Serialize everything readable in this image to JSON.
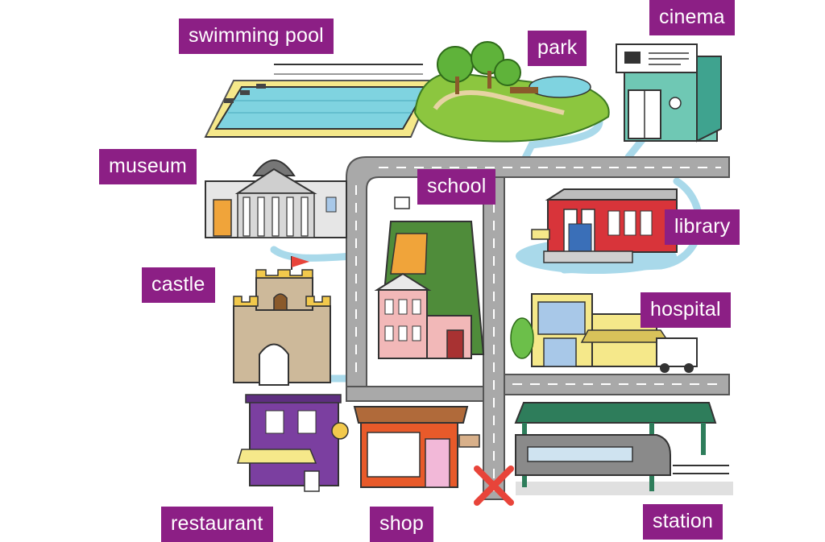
{
  "map": {
    "labels": {
      "swimming_pool": "swimming pool",
      "park": "park",
      "cinema": "cinema",
      "museum": "museum",
      "school": "school",
      "library": "library",
      "castle": "castle",
      "hospital": "hospital",
      "restaurant": "restaurant",
      "shop": "shop",
      "station": "station"
    },
    "marker_icon": "red-x-cross",
    "colors": {
      "label_bg": "#8c1f85",
      "label_text": "#ffffff",
      "road": "#a9a9a9",
      "road_line": "#ffffff",
      "path": "#a9d9ea",
      "grass": "#8cc63f",
      "water": "#7fd3e0",
      "marker": "#e8443a"
    }
  }
}
